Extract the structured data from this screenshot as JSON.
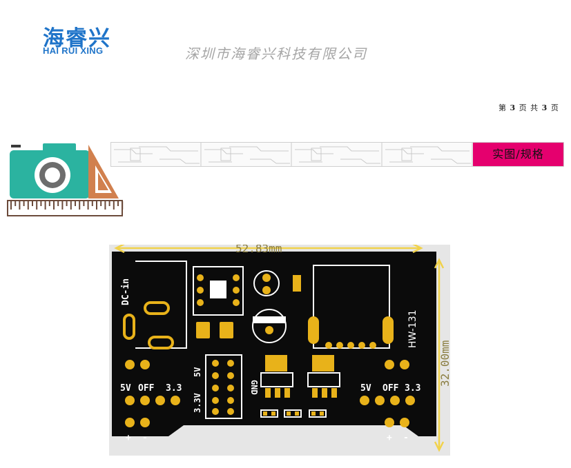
{
  "header": {
    "logo_cn": "海睿兴",
    "logo_en": "HAI RUI XING",
    "company": "深圳市海睿兴科技有限公司"
  },
  "page_indicator": {
    "prefix": "第",
    "current": "3",
    "mid": "页 共",
    "total": "3",
    "suffix": "页"
  },
  "banner": {
    "label": "实图/规格"
  },
  "pcb": {
    "dim_width": "52.83mm",
    "dim_height": "32.00mm",
    "model": "HW-131",
    "dc_in": "DC-in",
    "left_header": {
      "v5": "5V",
      "off": "OFF",
      "v33": "3.3",
      "plus": "+",
      "minus": "-"
    },
    "right_header": {
      "v5": "5V",
      "off": "OFF",
      "v33": "3.3",
      "plus": "+",
      "minus": "-"
    },
    "center": {
      "v5": "5V",
      "v33": "3.3V",
      "gnd": "GND"
    }
  },
  "colors": {
    "brand": "#1f74c9",
    "banner_accent": "#e5006e",
    "camera": "#2bb3a0",
    "ruler": "#6b4a3a",
    "triangle": "#d1804e",
    "pcb_board": "#0b0b0b",
    "pad_gold": "#e8b21a",
    "dimension": "#f1d24a"
  },
  "icons": [
    "camera-icon",
    "ruler-icon",
    "set-square-icon"
  ]
}
